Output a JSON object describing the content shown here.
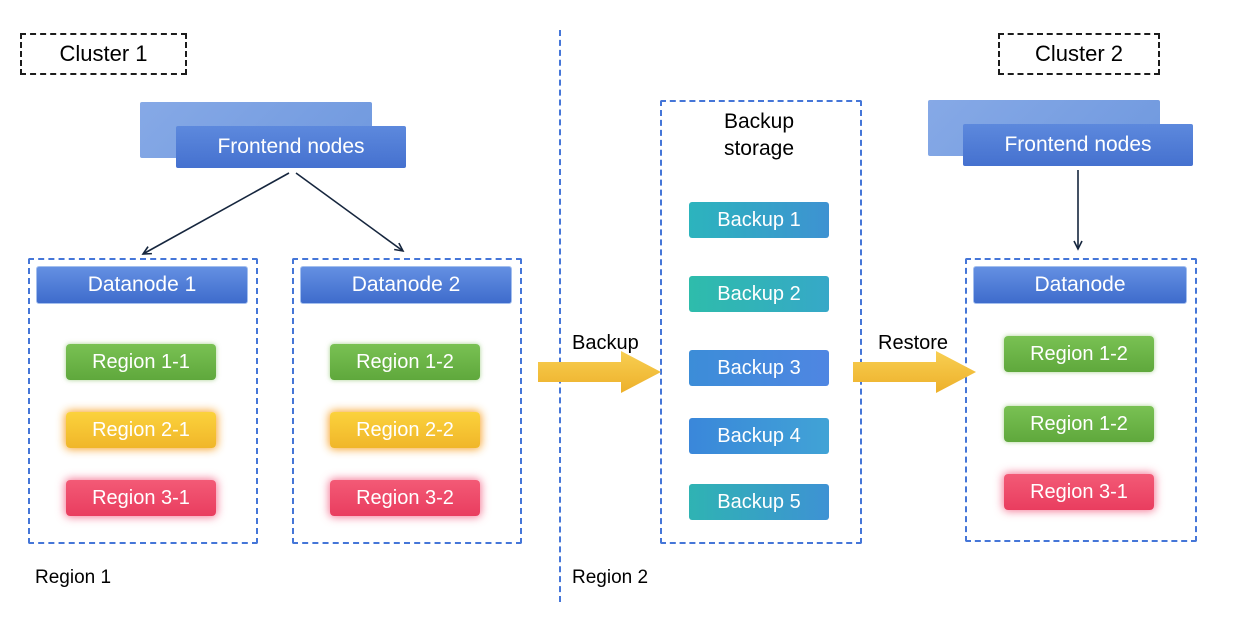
{
  "cluster1": {
    "label": "Cluster 1",
    "frontend_label": "Frontend nodes",
    "datanodes": [
      {
        "title": "Datanode 1",
        "regions": [
          {
            "label": "Region 1-1",
            "color": "green"
          },
          {
            "label": "Region 2-1",
            "color": "yellow"
          },
          {
            "label": "Region 3-1",
            "color": "red"
          }
        ]
      },
      {
        "title": "Datanode 2",
        "regions": [
          {
            "label": "Region 1-2",
            "color": "green"
          },
          {
            "label": "Region 2-2",
            "color": "yellow"
          },
          {
            "label": "Region 3-2",
            "color": "red"
          }
        ]
      }
    ],
    "zone_label": "Region 1"
  },
  "middle": {
    "backup_arrow_label": "Backup",
    "restore_arrow_label": "Restore",
    "backup_storage": {
      "title": "Backup storage",
      "items": [
        "Backup 1",
        "Backup 2",
        "Backup 3",
        "Backup 4",
        "Backup 5"
      ]
    },
    "zone_label": "Region 2"
  },
  "cluster2": {
    "label": "Cluster 2",
    "frontend_label": "Frontend nodes",
    "datanode": {
      "title": "Datanode",
      "regions": [
        {
          "label": "Region 1-2",
          "color": "green"
        },
        {
          "label": "Region 1-2",
          "color": "green"
        },
        {
          "label": "Region 3-1",
          "color": "red"
        }
      ]
    }
  },
  "colors": {
    "region_green": "#5fa83c",
    "region_yellow": "#f0b62a",
    "region_red": "#e93d5f",
    "datanode_header": "#3e6ccc",
    "frontend_front": "#4571cf",
    "frontend_back": "#86a9e6",
    "backup_teal": "#2cb4bd",
    "backup_blue": "#3e92d2",
    "arrow_yellow": "#f2bd33",
    "dashed_border": "#4576d8"
  }
}
